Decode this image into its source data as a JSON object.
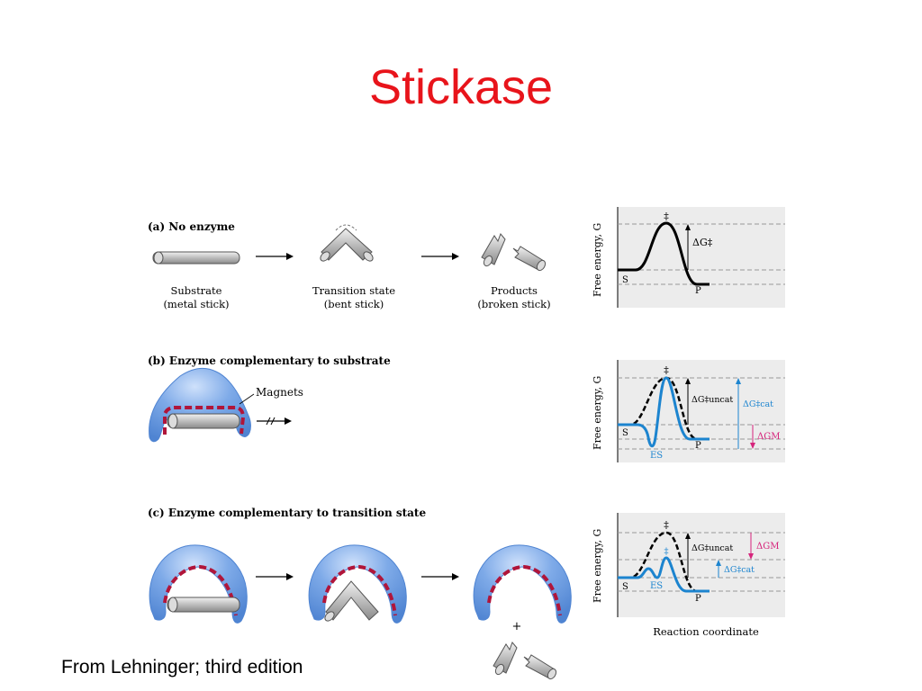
{
  "slide": {
    "title": "Stickase",
    "credit": "From Lehninger; third edition"
  },
  "panel_a": {
    "heading": "(a) No enzyme",
    "substrate": [
      "Substrate",
      "(metal stick)"
    ],
    "transition": [
      "Transition state",
      "(bent stick)"
    ],
    "products": [
      "Products",
      "(broken stick)"
    ]
  },
  "panel_b": {
    "heading": "(b) Enzyme complementary to substrate",
    "magnets": "Magnets"
  },
  "panel_c": {
    "heading": "(c) Enzyme complementary to transition state",
    "plus": "+"
  },
  "energy": {
    "ylabel": "Free energy, G",
    "xlabel": "Reaction coordinate",
    "S": "S",
    "P": "P",
    "ES": "ES",
    "ddagger": "‡",
    "dG": "ΔG‡",
    "dG_uncat": "ΔG‡uncat",
    "dG_cat": "ΔG‡cat",
    "dG_M": "ΔGM"
  },
  "colors": {
    "title": "#e8141b",
    "enzyme": "#5b8fd6",
    "magnet": "#b0153a",
    "catalyzed": "#1c84cf",
    "binding": "#d6247c",
    "plot_bg": "#ececec"
  }
}
